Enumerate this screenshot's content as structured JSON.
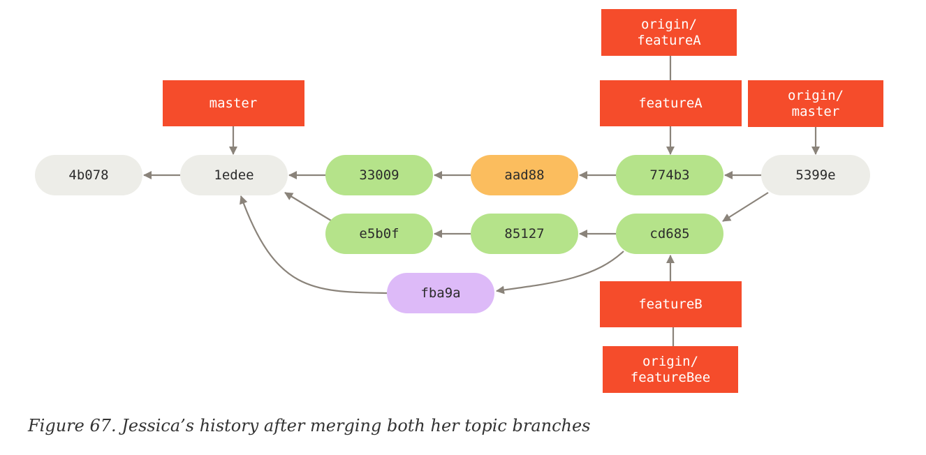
{
  "colors": {
    "commit_gray": "#ededE8",
    "commit_green": "#b5e38a",
    "commit_orange": "#fbbd5e",
    "commit_purple": "#ddbaf8",
    "ref_red": "#f54c2b",
    "arrow": "#8a837a"
  },
  "commits": {
    "c4b078": "4b078",
    "c1edee": "1edee",
    "c33009": "33009",
    "caad88": "aad88",
    "c774b3": "774b3",
    "c5399e": "5399e",
    "ce5b0f": "e5b0f",
    "c85127": "85127",
    "ccd685": "cd685",
    "cfba9a": "fba9a"
  },
  "refs": {
    "master": "master",
    "origin_featureA_line1": "origin/",
    "origin_featureA_line2": "featureA",
    "featureA": "featureA",
    "origin_master_line1": "origin/",
    "origin_master_line2": "master",
    "featureB": "featureB",
    "origin_featureBee_line1": "origin/",
    "origin_featureBee_line2": "featureBee"
  },
  "caption": "Figure 67. Jessica’s history after merging both her topic branches"
}
